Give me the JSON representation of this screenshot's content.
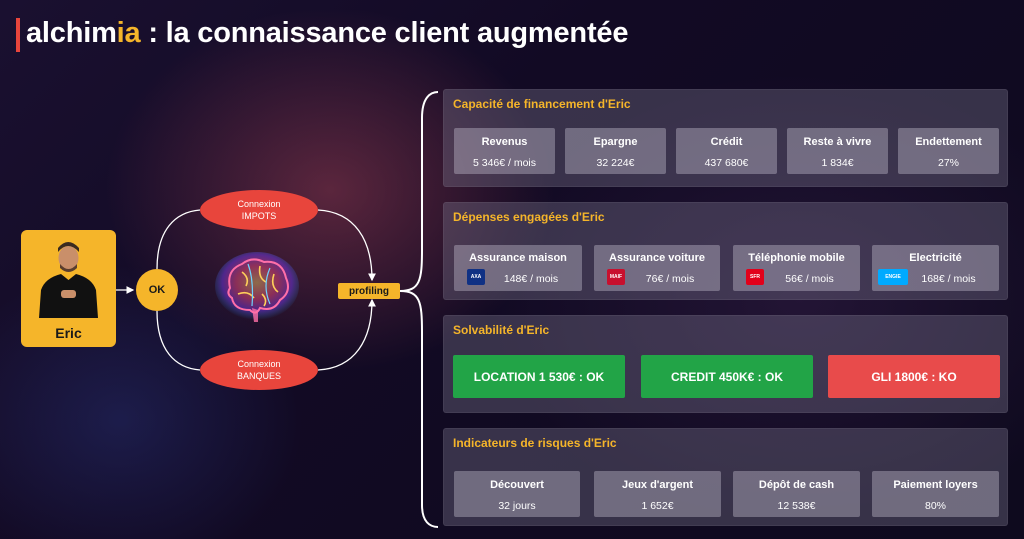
{
  "title": {
    "brand_prefix": "alchim",
    "brand_accent": "ia",
    "rest": " : la connaissance client augmentée"
  },
  "colors": {
    "accent": "#f5b52a",
    "red": "#e8453c",
    "green": "#22a447",
    "ko": "#e84b4b"
  },
  "client": {
    "name": "Eric"
  },
  "flow": {
    "ok_label": "OK",
    "connexion_top": {
      "line1": "Connexion",
      "line2": "IMPOTS"
    },
    "connexion_bottom": {
      "line1": "Connexion",
      "line2": "BANQUES"
    },
    "profiling_label": "profiling"
  },
  "capacite": {
    "title": "Capacité de financement d'Eric",
    "items": [
      {
        "label": "Revenus",
        "value": "5 346€ / mois"
      },
      {
        "label": "Epargne",
        "value": "32 224€"
      },
      {
        "label": "Crédit",
        "value": "437 680€"
      },
      {
        "label": "Reste à vivre",
        "value": "1 834€"
      },
      {
        "label": "Endettement",
        "value": "27%"
      }
    ]
  },
  "depenses": {
    "title": "Dépenses engagées d'Eric",
    "items": [
      {
        "label": "Assurance maison",
        "value": "148€ / mois",
        "logo": "AXA",
        "logo_color": "#103184"
      },
      {
        "label": "Assurance voiture",
        "value": "76€ / mois",
        "logo": "MAIF",
        "logo_color": "#c8102e"
      },
      {
        "label": "Téléphonie mobile",
        "value": "56€ / mois",
        "logo": "SFR",
        "logo_color": "#e2001a"
      },
      {
        "label": "Electricité",
        "value": "168€ / mois",
        "logo": "ENGIE",
        "logo_color": "#00aaff"
      }
    ]
  },
  "solvabilite": {
    "title": "Solvabilité d'Eric",
    "items": [
      {
        "label": "LOCATION 1 530€ : OK",
        "status": "ok"
      },
      {
        "label": "CREDIT 450K€ : OK",
        "status": "ok"
      },
      {
        "label": "GLI 1800€ : KO",
        "status": "ko"
      }
    ]
  },
  "risques": {
    "title": "Indicateurs de risques d'Eric",
    "items": [
      {
        "label": "Découvert",
        "value": "32 jours"
      },
      {
        "label": "Jeux d'argent",
        "value": "1 652€"
      },
      {
        "label": "Dépôt de cash",
        "value": "12 538€"
      },
      {
        "label": "Paiement loyers",
        "value": "80%"
      }
    ]
  }
}
